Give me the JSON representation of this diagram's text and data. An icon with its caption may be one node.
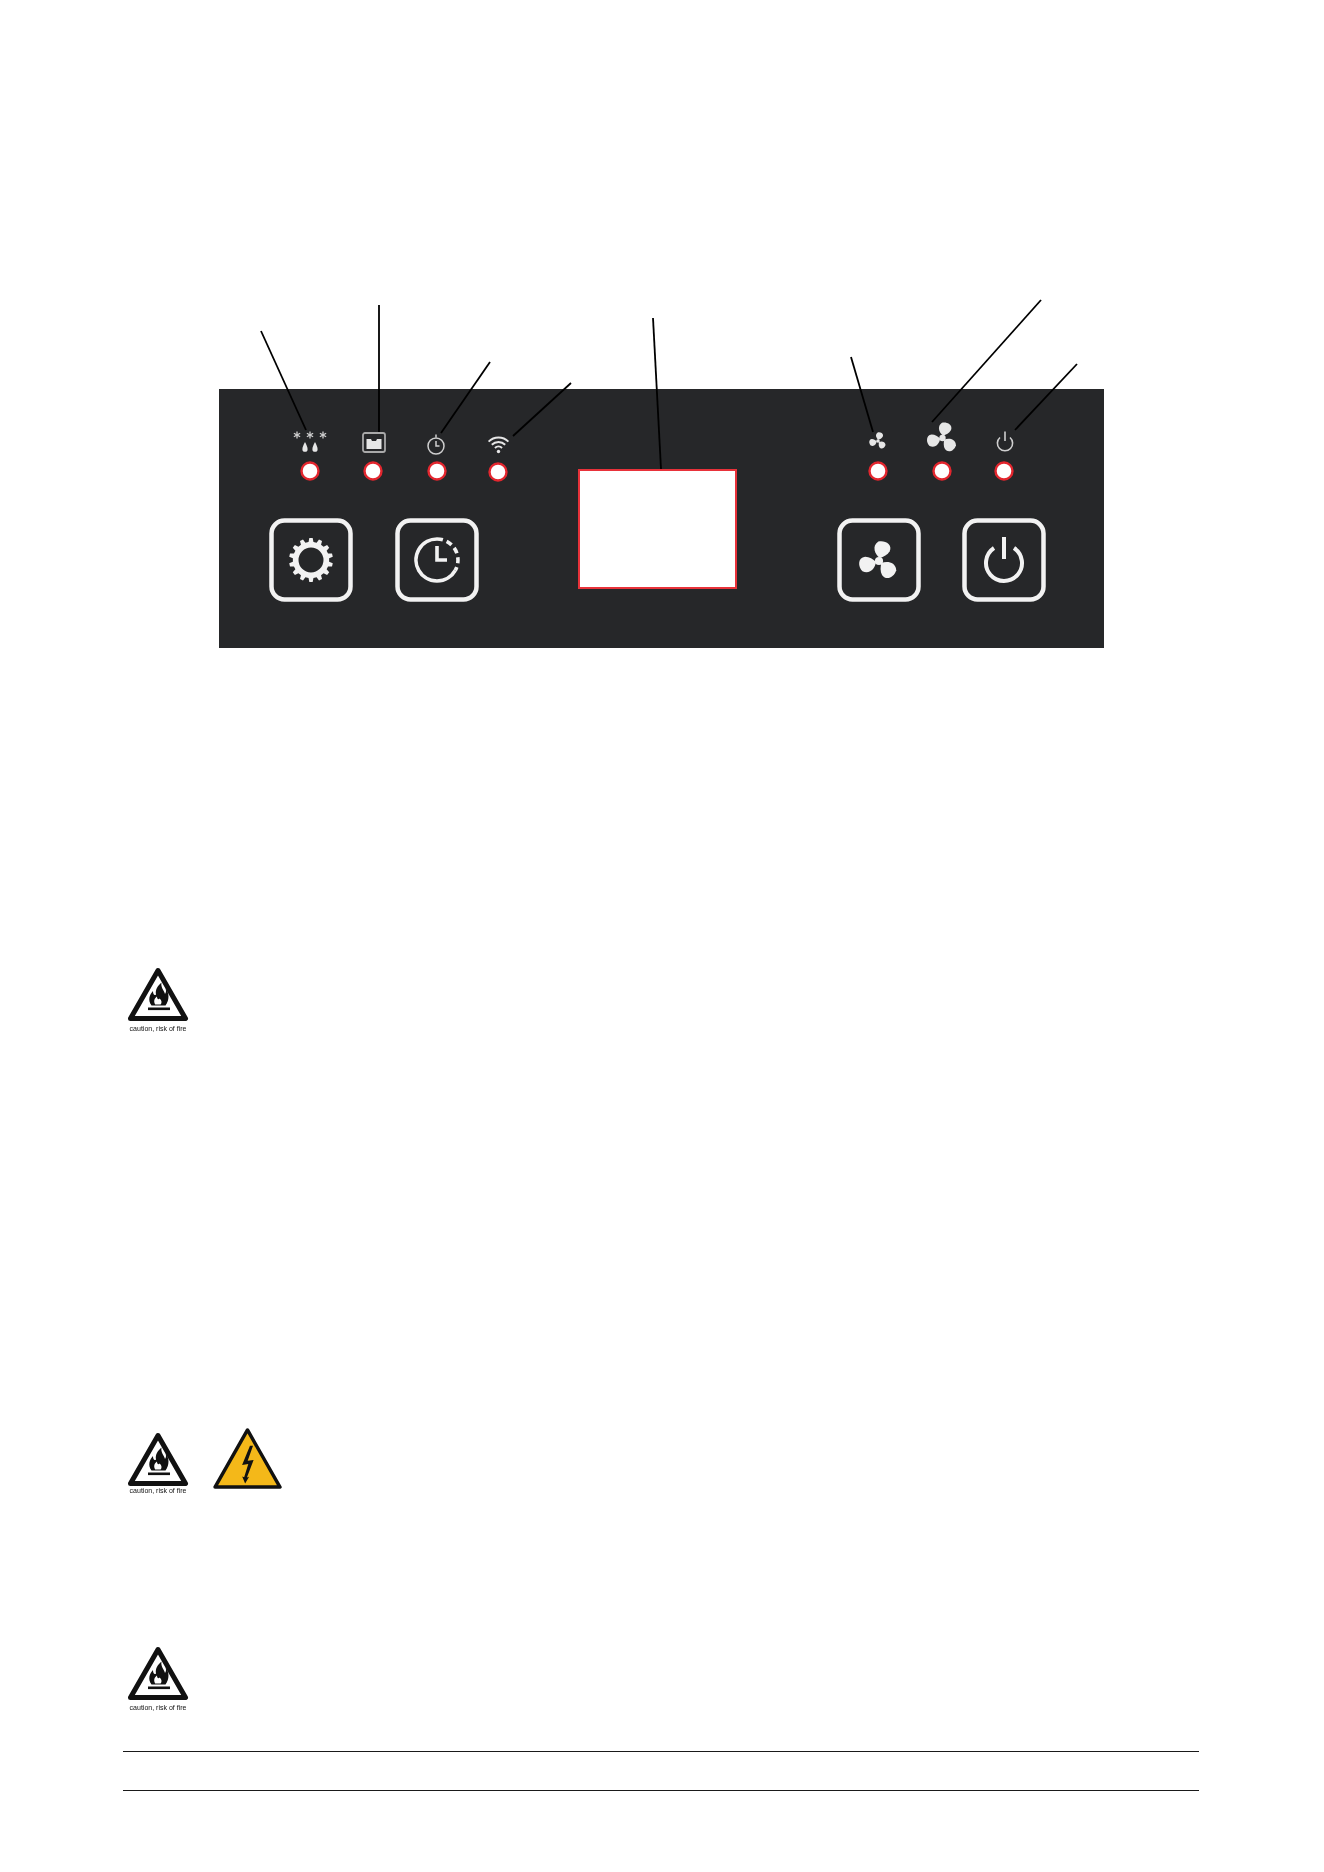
{
  "diagram": {
    "nodes": [
      {
        "text": [],
        "shape": "box"
      },
      {
        "text": [],
        "shape": "picture",
        "in": 0
      },
      {
        "text": [],
        "shape": "picture",
        "in": 0
      },
      {
        "text": [],
        "shape": "picture",
        "in": 0
      },
      {
        "text": [],
        "shape": "picture",
        "in": 0
      },
      {
        "text": [],
        "shape": "box",
        "in": 0
      },
      {
        "text": [],
        "shape": "picture",
        "in": 0
      },
      {
        "text": [],
        "shape": "picture",
        "in": 0
      },
      {
        "text": [],
        "shape": "picture",
        "in": 0
      }
    ],
    "edges": [
      {
        "from": null,
        "to": 1,
        "arrow": "none"
      },
      {
        "from": null,
        "to": 2,
        "arrow": "none"
      },
      {
        "from": null,
        "to": 3,
        "arrow": "none"
      },
      {
        "from": null,
        "to": 4,
        "arrow": "none"
      },
      {
        "from": null,
        "to": 5,
        "arrow": "none"
      },
      {
        "from": null,
        "to": 6,
        "arrow": "none"
      },
      {
        "from": null,
        "to": 7,
        "arrow": "none"
      },
      {
        "from": null,
        "to": 8,
        "arrow": "none"
      }
    ],
    "labels": [
      "caution, risk of fire",
      "caution, risk of fire",
      "caution, risk of fire"
    ]
  }
}
